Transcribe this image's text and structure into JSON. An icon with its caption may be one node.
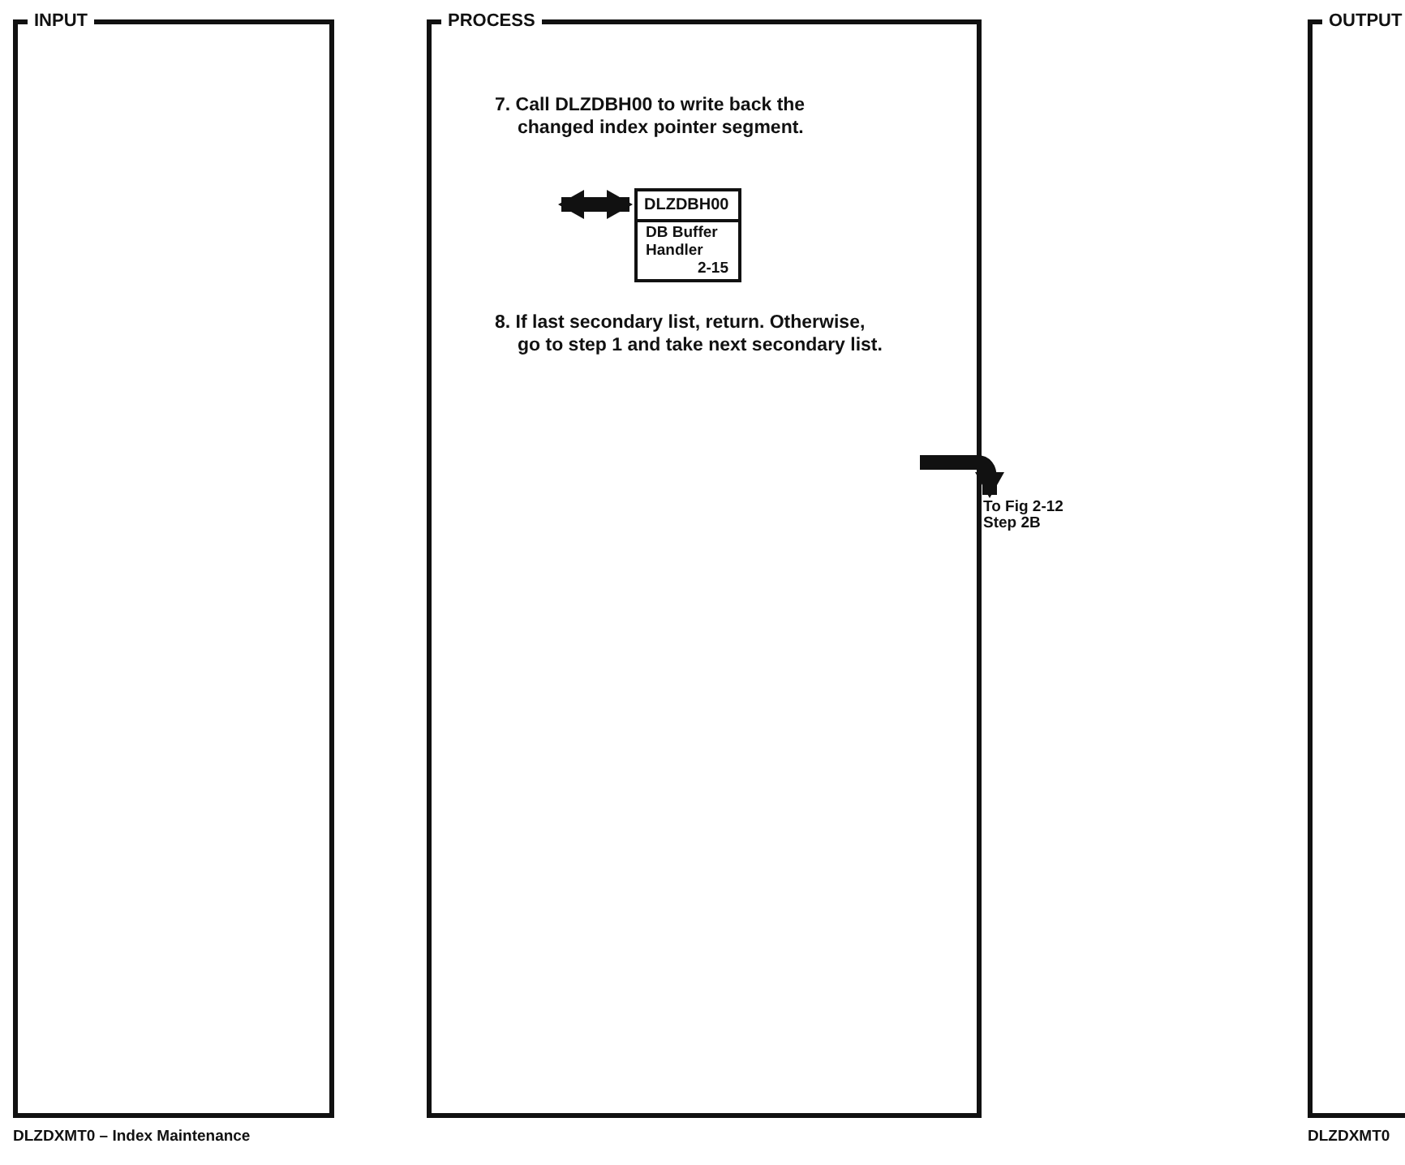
{
  "diagram": {
    "nodes": [
      {
        "text": [
          "INPUT"
        ]
      },
      {
        "text": [
          "PROCESS"
        ]
      },
      {
        "text": [
          "7. Call DLZDBH00 to write back the changed index pointer segment."
        ],
        "in": 1
      },
      {
        "text": [
          "DLZDBH00",
          "DB Buffer Handler",
          "2-15"
        ],
        "in": 1
      },
      {
        "text": [
          "8. If last secondary list, return. Otherwise, go to step 1 and take next secondary list."
        ],
        "in": 1
      },
      {
        "text": [
          "OUTPUT"
        ]
      },
      {
        "text": [
          "To Fig 2-12 Step 2B"
        ]
      }
    ],
    "edges": [
      {
        "from": 2,
        "to": 3,
        "arrow": "both"
      },
      {
        "from": null,
        "to": 6,
        "arrow": "to"
      }
    ],
    "labels": [
      "DLZDXMT0 – Index Maintenance",
      "DLZDXMT0"
    ]
  }
}
